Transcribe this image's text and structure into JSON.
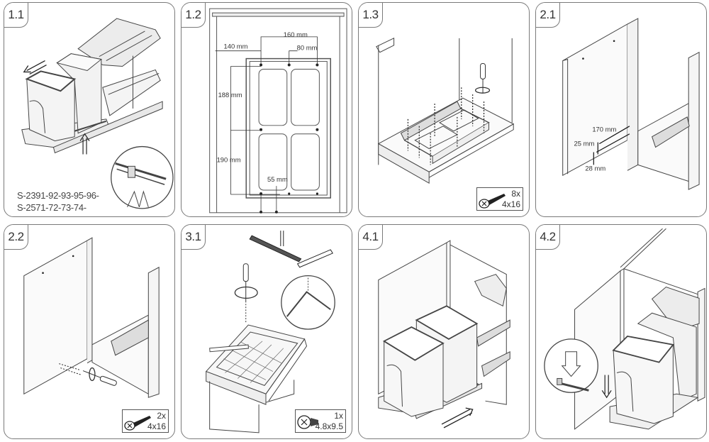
{
  "document": {
    "type": "assembly instructions",
    "steps": [
      {
        "id": "1.1",
        "label": "1.1",
        "model_codes": [
          "S-2391-92-93-95-96-",
          "S-2571-72-73-74-"
        ]
      },
      {
        "id": "1.2",
        "label": "1.2",
        "dimensions": {
          "top_span": "160 mm",
          "left_offset": "140 mm",
          "center_offset": "80 mm",
          "upper_height": "188 mm",
          "lower_height": "190 mm",
          "bottom_offset": "55 mm"
        }
      },
      {
        "id": "1.3",
        "label": "1.3",
        "screw": {
          "icon": "screw-icon",
          "quantity": "8x",
          "size": "4x16"
        }
      },
      {
        "id": "2.1",
        "label": "2.1",
        "dimensions": {
          "length": "170 mm",
          "upper": "25 mm",
          "lower": "28 mm"
        }
      },
      {
        "id": "2.2",
        "label": "2.2",
        "screw": {
          "icon": "screw-icon",
          "quantity": "2x",
          "size": "4x16"
        }
      },
      {
        "id": "3.1",
        "label": "3.1",
        "screw": {
          "icon": "pan-head-screw-icon",
          "quantity": "1x",
          "size": "4.8x9.5"
        }
      },
      {
        "id": "4.1",
        "label": "4.1"
      },
      {
        "id": "4.2",
        "label": "4.2"
      }
    ]
  },
  "colors": {
    "border": "#7a7a7a",
    "line": "#333333",
    "fill": "#e6e6e6"
  }
}
